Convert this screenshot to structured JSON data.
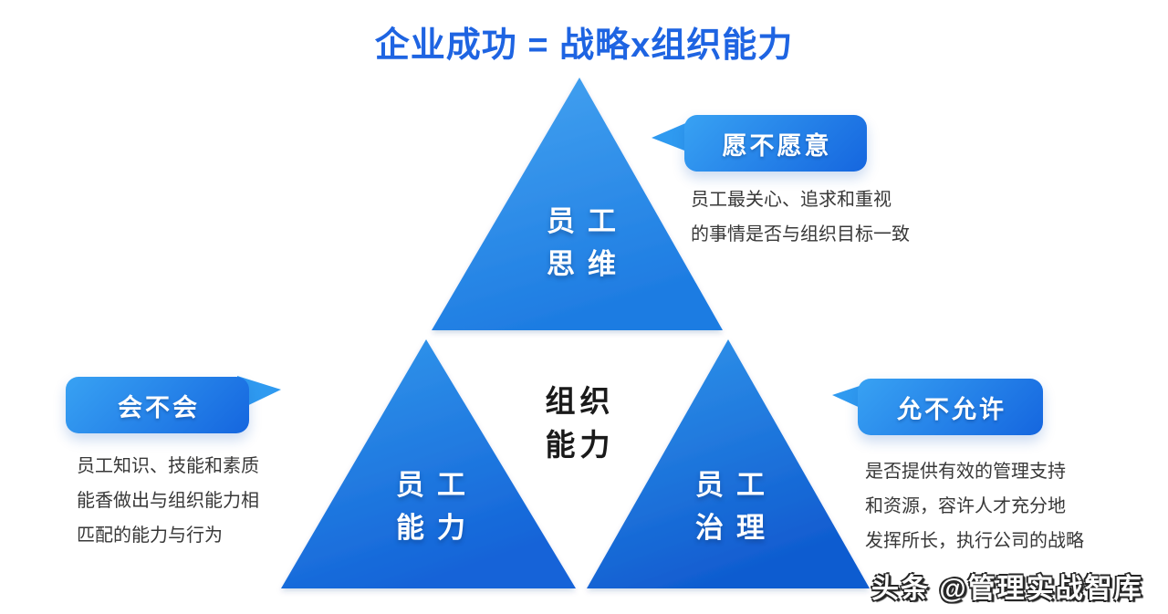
{
  "title": "企业成功 = 战略x组织能力",
  "pyramid": {
    "top": {
      "lines": [
        "员工",
        "思维"
      ]
    },
    "center": {
      "lines": [
        "组织",
        "能力"
      ]
    },
    "bottom_left": {
      "lines": [
        "员工",
        "能力"
      ]
    },
    "bottom_right": {
      "lines": [
        "员工",
        "治理"
      ]
    }
  },
  "callouts": {
    "willing": {
      "label": "愿不愿意",
      "desc": [
        "员工最关心、追求和重视",
        "的事情是否与组织目标一致"
      ]
    },
    "can": {
      "label": "会不会",
      "desc": [
        "员工知识、技能和素质",
        "能香做出与组织能力相",
        "匹配的能力与行为"
      ]
    },
    "allow": {
      "label": "允不允许",
      "desc": [
        "是否提供有效的管理支持",
        "和资源，容许人才充分地",
        "发挥所长，执行公司的战略"
      ]
    }
  },
  "watermark": "头条 @管理实战智库",
  "colors": {
    "title_blue": "#1E64E2",
    "triangle_light": "#3FA0F0",
    "triangle_dark": "#1161D4",
    "bubble_gradient_start": "#38A2F3",
    "bubble_gradient_end": "#1566DF",
    "center_text": "#1A1A1A",
    "desc_text": "#383838",
    "background": "#FFFFFF"
  }
}
